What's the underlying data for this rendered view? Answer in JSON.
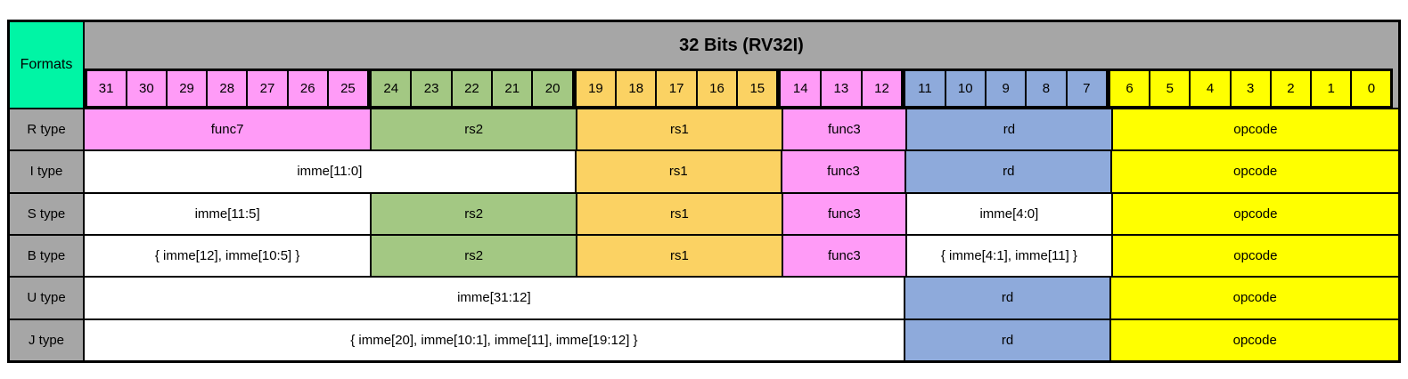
{
  "title": "32 Bits (RV32I)",
  "corner_label": "Formats",
  "colors": {
    "teal": "#00F5A5",
    "gray": "#A6A6A6",
    "pink": "#FF9BF7",
    "green": "#A3C883",
    "orange": "#FBD263",
    "blue": "#8EAADB",
    "yellow": "#FFFF00",
    "white": "#FFFFFF"
  },
  "bit_groups": [
    {
      "color": "pink",
      "bits": [
        "31",
        "30",
        "29",
        "28",
        "27",
        "26",
        "25"
      ]
    },
    {
      "color": "green",
      "bits": [
        "24",
        "23",
        "22",
        "21",
        "20"
      ]
    },
    {
      "color": "orange",
      "bits": [
        "19",
        "18",
        "17",
        "16",
        "15"
      ]
    },
    {
      "color": "pink",
      "bits": [
        "14",
        "13",
        "12"
      ]
    },
    {
      "color": "blue",
      "bits": [
        "11",
        "10",
        "9",
        "8",
        "7"
      ]
    },
    {
      "color": "yellow",
      "bits": [
        "6",
        "5",
        "4",
        "3",
        "2",
        "1",
        "0"
      ]
    }
  ],
  "rows": [
    {
      "label": "R type",
      "fields": [
        {
          "text": "func7",
          "span": 7,
          "color": "pink"
        },
        {
          "text": "rs2",
          "span": 5,
          "color": "green"
        },
        {
          "text": "rs1",
          "span": 5,
          "color": "orange"
        },
        {
          "text": "func3",
          "span": 3,
          "color": "pink"
        },
        {
          "text": "rd",
          "span": 5,
          "color": "blue"
        },
        {
          "text": "opcode",
          "span": 7,
          "color": "yellow"
        }
      ]
    },
    {
      "label": "I type",
      "fields": [
        {
          "text": "imme[11:0]",
          "span": 12,
          "color": "white"
        },
        {
          "text": "rs1",
          "span": 5,
          "color": "orange"
        },
        {
          "text": "func3",
          "span": 3,
          "color": "pink"
        },
        {
          "text": "rd",
          "span": 5,
          "color": "blue"
        },
        {
          "text": "opcode",
          "span": 7,
          "color": "yellow"
        }
      ]
    },
    {
      "label": "S type",
      "fields": [
        {
          "text": "imme[11:5]",
          "span": 7,
          "color": "white"
        },
        {
          "text": "rs2",
          "span": 5,
          "color": "green"
        },
        {
          "text": "rs1",
          "span": 5,
          "color": "orange"
        },
        {
          "text": "func3",
          "span": 3,
          "color": "pink"
        },
        {
          "text": "imme[4:0]",
          "span": 5,
          "color": "white"
        },
        {
          "text": "opcode",
          "span": 7,
          "color": "yellow"
        }
      ]
    },
    {
      "label": "B type",
      "fields": [
        {
          "text": "{ imme[12], imme[10:5] }",
          "span": 7,
          "color": "white"
        },
        {
          "text": "rs2",
          "span": 5,
          "color": "green"
        },
        {
          "text": "rs1",
          "span": 5,
          "color": "orange"
        },
        {
          "text": "func3",
          "span": 3,
          "color": "pink"
        },
        {
          "text": "{ imme[4:1], imme[11] }",
          "span": 5,
          "color": "white"
        },
        {
          "text": "opcode",
          "span": 7,
          "color": "yellow"
        }
      ]
    },
    {
      "label": "U type",
      "fields": [
        {
          "text": "imme[31:12]",
          "span": 20,
          "color": "white"
        },
        {
          "text": "rd",
          "span": 5,
          "color": "blue"
        },
        {
          "text": "opcode",
          "span": 7,
          "color": "yellow"
        }
      ]
    },
    {
      "label": "J type",
      "fields": [
        {
          "text": "{ imme[20], imme[10:1], imme[11], imme[19:12] }",
          "span": 20,
          "color": "white"
        },
        {
          "text": "rd",
          "span": 5,
          "color": "blue"
        },
        {
          "text": "opcode",
          "span": 7,
          "color": "yellow"
        }
      ]
    }
  ]
}
